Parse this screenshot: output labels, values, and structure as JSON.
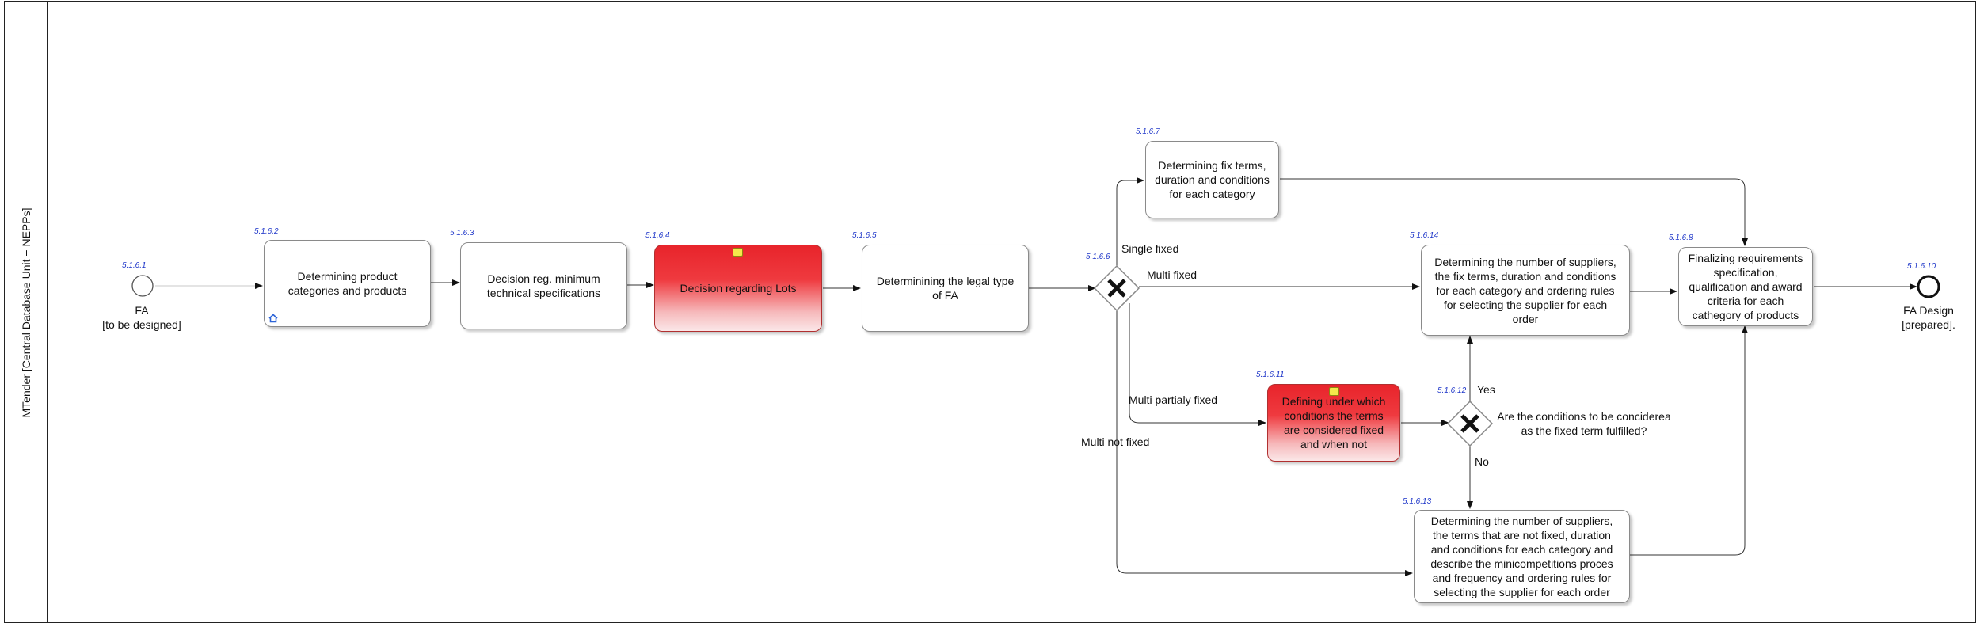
{
  "pool": {
    "lane_label": "MTender [Central Database Unit + NEPPs]"
  },
  "events": {
    "start": {
      "id": "5.1.6.1",
      "caption": [
        "FA",
        "[to be designed]"
      ]
    },
    "end": {
      "id": "5.1.6.10",
      "caption": [
        "FA Design",
        "[prepared]."
      ]
    }
  },
  "tasks": {
    "t2": {
      "id": "5.1.6.2",
      "label": "Determining product categories and products"
    },
    "t3": {
      "id": "5.1.6.3",
      "label": "Decision reg. minimum technical specifications"
    },
    "t4": {
      "id": "5.1.6.4",
      "label": "Decision regarding Lots"
    },
    "t5": {
      "id": "5.1.6.5",
      "label": "Determinining the legal type of FA"
    },
    "t7": {
      "id": "5.1.6.7",
      "label": "Determining fix terms, duration and conditions for each category"
    },
    "t14": {
      "id": "5.1.6.14",
      "label": "Determining the number of suppliers, the fix terms, duration and conditions for each category and ordering rules for selecting the supplier  for each order"
    },
    "t11": {
      "id": "5.1.6.11",
      "label": "Defining under which conditions the terms are considered fixed and when not"
    },
    "t13": {
      "id": "5.1.6.13",
      "label": "Determining the number of suppliers, the terms that are not fixed, duration and conditions for each category and describe the minicompetitions proces and frequency and ordering rules for selecting the supplier  for each order"
    },
    "t8": {
      "id": "5.1.6.8",
      "label": "Finalizing requirements specification, qualification and award criteria for each cathegory of products"
    }
  },
  "gateways": {
    "g6": {
      "id": "5.1.6.6"
    },
    "g12": {
      "id": "5.1.6.12",
      "question": [
        "Are the conditions to be conciderea",
        "as the fixed term fulfilled?"
      ]
    }
  },
  "edge_labels": {
    "single_fixed": "Single fixed",
    "multi_fixed": "Multi fixed",
    "multi_partially_fixed": "Multi partialy fixed",
    "multi_not_fixed": "Multi not fixed",
    "yes": "Yes",
    "no": "No"
  },
  "colors": {
    "highlight_task": "#e8242b",
    "element_id": "#1f37c9",
    "note_marker": "#f5e84b"
  }
}
